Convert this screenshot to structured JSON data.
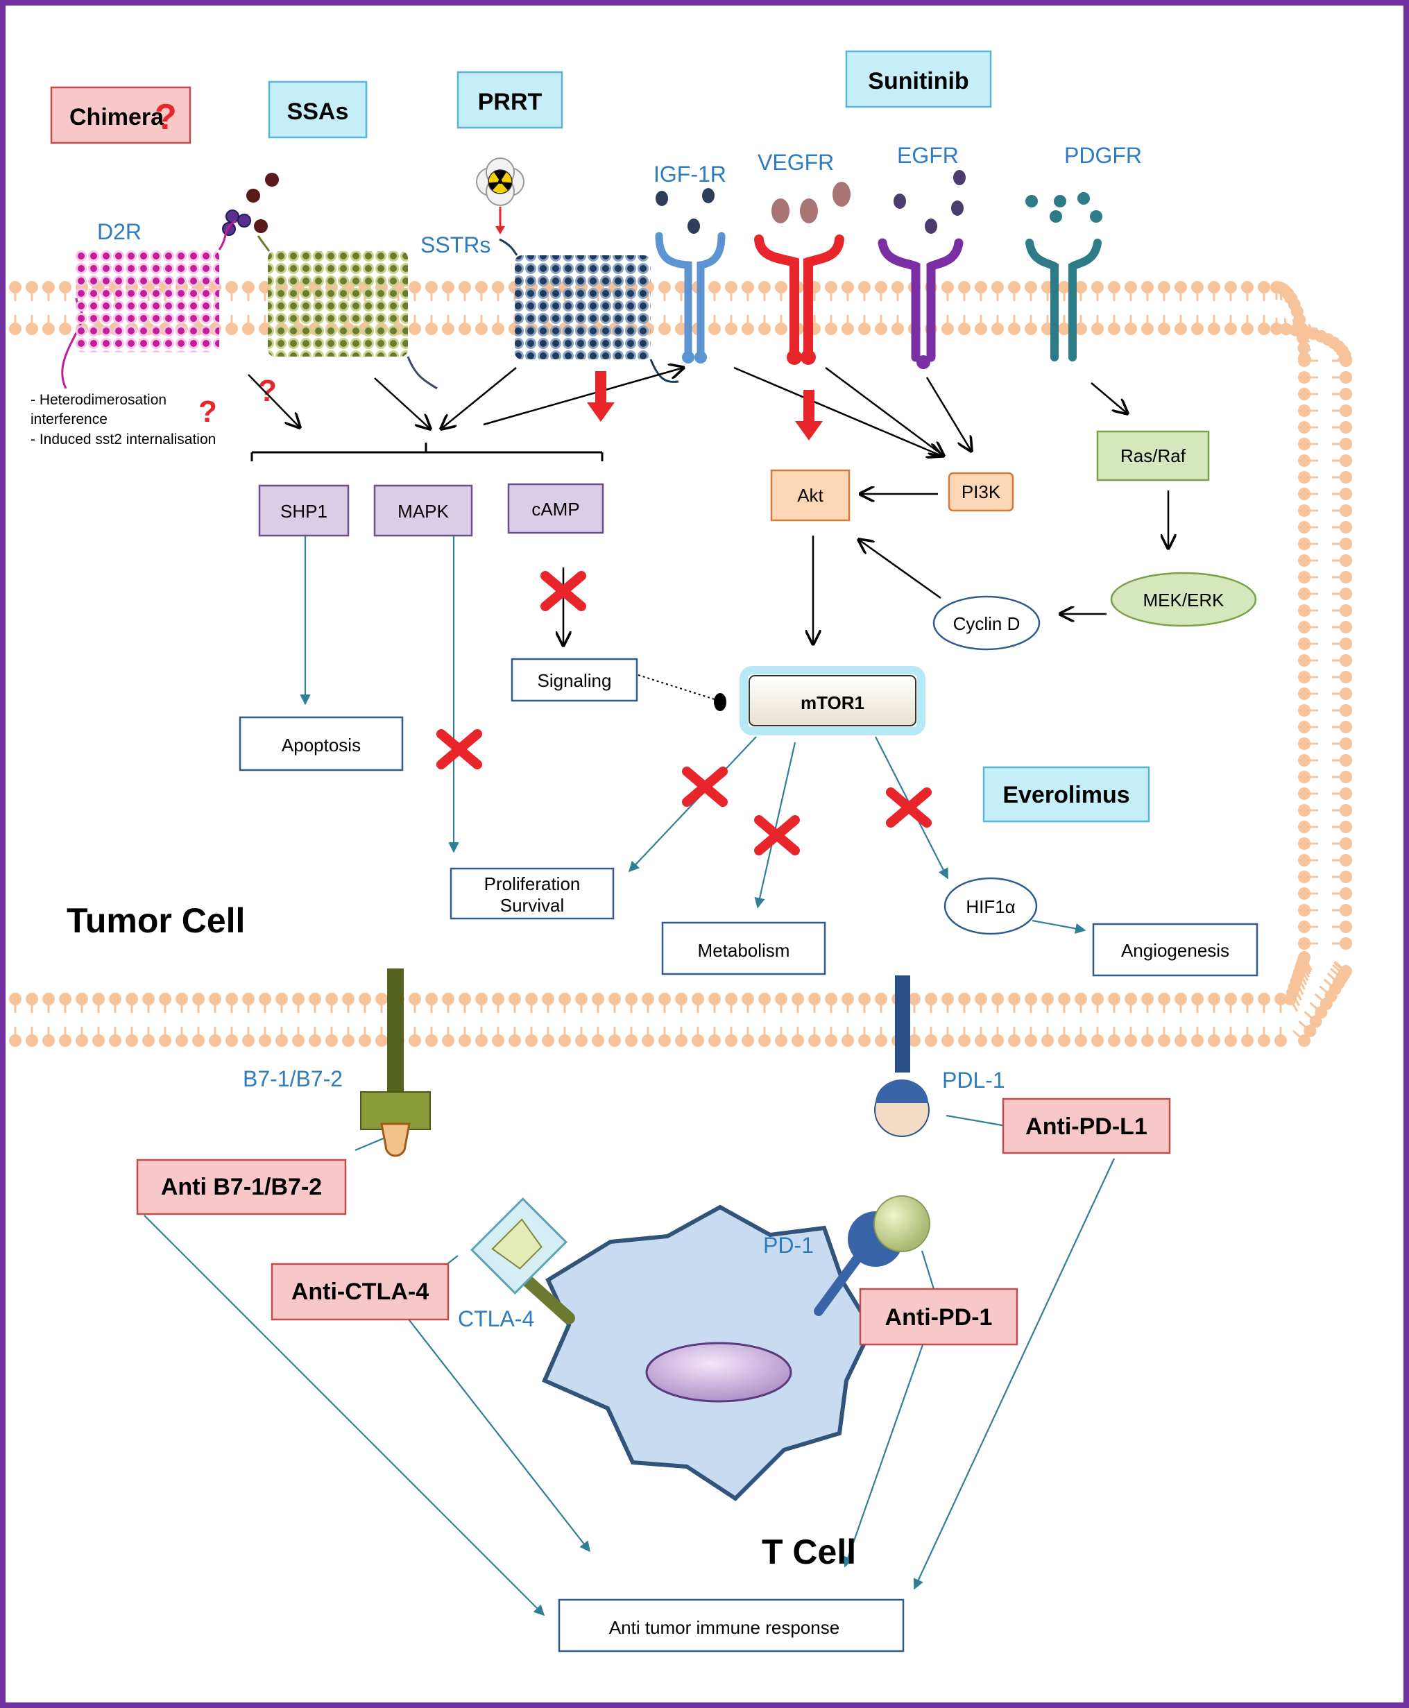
{
  "drugs": {
    "chimera": "Chimera",
    "chimera_q": "?",
    "ssas": "SSAs",
    "prrt": "PRRT",
    "sunitinib": "Sunitinib",
    "everolimus": "Everolimus",
    "anti_b7": "Anti B7-1/B7-2",
    "anti_ctla4": "Anti-CTLA-4",
    "anti_pd1": "Anti-PD-1",
    "anti_pdl1": "Anti-PD-L1"
  },
  "receptors": {
    "d2r": "D2R",
    "sstrs": "SSTRs",
    "igf1r": "IGF-1R",
    "vegfr": "VEGFR",
    "egfr": "EGFR",
    "pdgfr": "PDGFR",
    "b7": "B7-1/B7-2",
    "pdl1": "PDL-1",
    "pd1": "PD-1",
    "ctla4": "CTLA-4"
  },
  "notes": {
    "line1": "- Heterodimerosation",
    "line2": "interference",
    "line3": "- Induced sst2 internalisation",
    "q1": "?",
    "q2": "?"
  },
  "nodes": {
    "shp1": "SHP1",
    "mapk": "MAPK",
    "camp": "cAMP",
    "akt": "Akt",
    "pi3k": "PI3K",
    "rasraf": "Ras/Raf",
    "mekerk": "MEK/ERK",
    "cyclind": "Cyclin D",
    "signaling": "Signaling",
    "mtor1": "mTOR1",
    "apoptosis": "Apoptosis",
    "prolif1": "Proliferation",
    "prolif2": "Survival",
    "metabolism": "Metabolism",
    "hif1a": "HIF1α",
    "angiogenesis": "Angiogenesis",
    "antitumor": "Anti tumor immune response"
  },
  "cells": {
    "tumor": "Tumor Cell",
    "tcell": "T Cell"
  },
  "colors": {
    "frame": "#7030a0",
    "membrane": "#f7c39a",
    "drug_red_fill": "#f8c8c8",
    "drug_blue_fill": "#c6eef9",
    "node_purple": "#d9cde8",
    "node_orange": "#fbd7b5",
    "node_green": "#d6e6bd",
    "arrow_teal": "#2f7f96",
    "label_blue": "#2e7bbf",
    "inhibit_red": "#e8252a"
  }
}
